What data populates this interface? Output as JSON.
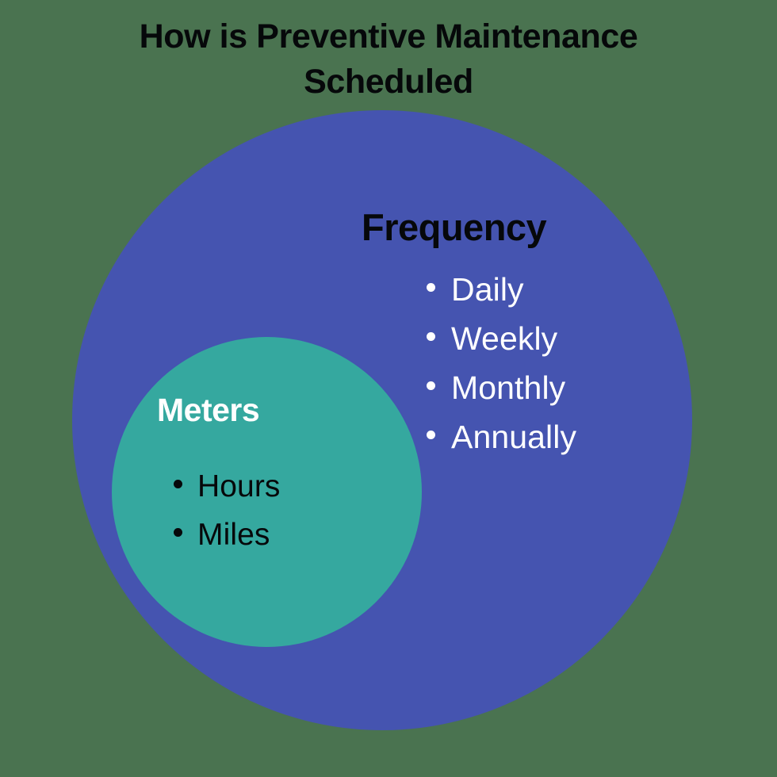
{
  "title": "How is Preventive Maintenance\nScheduled",
  "colors": {
    "background": "#4a7350",
    "outer_circle": "#4554b0",
    "inner_circle": "#35a89f",
    "title_text": "#06080a",
    "frequency_heading_text": "#06080a",
    "frequency_item_text": "#ffffff",
    "meters_heading_text": "#ffffff",
    "meters_item_text": "#06080a"
  },
  "groups": {
    "frequency": {
      "heading": "Frequency",
      "items": [
        {
          "label": "Daily"
        },
        {
          "label": "Weekly"
        },
        {
          "label": "Monthly"
        },
        {
          "label": "Annually"
        }
      ]
    },
    "meters": {
      "heading": "Meters",
      "items": [
        {
          "label": "Hours"
        },
        {
          "label": "Miles"
        }
      ]
    }
  },
  "chart_data": {
    "type": "diagram",
    "diagram_type": "nested-venn",
    "title": "How is Preventive Maintenance Scheduled",
    "sets": [
      {
        "name": "Frequency",
        "color": "#4554b0",
        "relation": "outer",
        "members": [
          "Daily",
          "Weekly",
          "Monthly",
          "Annually"
        ]
      },
      {
        "name": "Meters",
        "color": "#35a89f",
        "relation": "inner-subset-of-Frequency",
        "members": [
          "Hours",
          "Miles"
        ]
      }
    ]
  }
}
